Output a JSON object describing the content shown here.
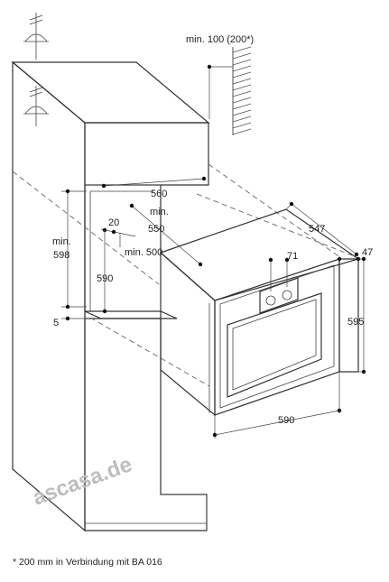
{
  "labels": {
    "vent_min": "min. 100 (200*)",
    "niche_width": "560",
    "niche_depth": "550",
    "niche_depth_min": "min.",
    "niche_height_min": "min.",
    "niche_height": "598",
    "opening_min": "min. 500",
    "gap_20": "20",
    "niche_590": "590",
    "bottom_5": "5",
    "oven_depth": "547",
    "panel_47": "47",
    "handle_71": "71",
    "oven_height": "595",
    "oven_width": "590"
  },
  "watermark": "ascasa.de",
  "footnote": "* 200 mm in Verbindung mit BA 016",
  "colors": {
    "line": "#333333",
    "watermark": "#bdbdbd",
    "hatch": "#555555"
  }
}
